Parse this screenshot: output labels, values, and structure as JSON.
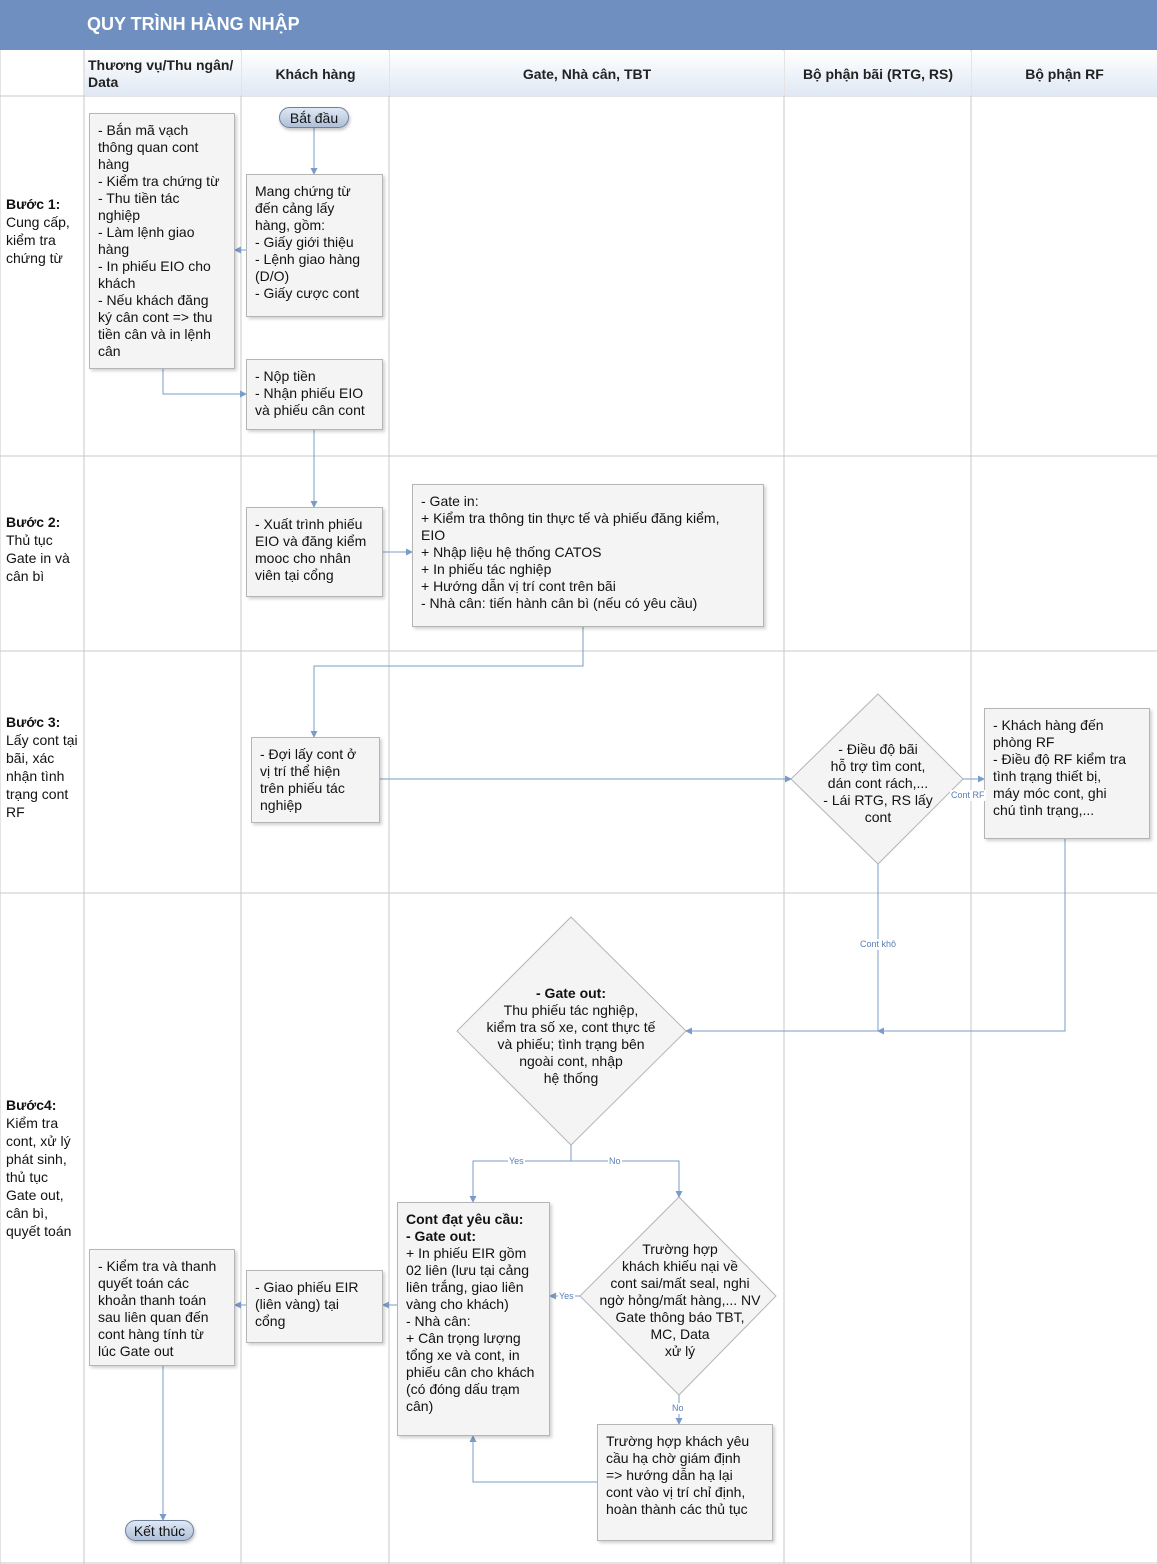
{
  "title": "QUY TRÌNH HÀNG NHẬP",
  "columns": [
    "Thương vụ/Thu ngân/\nData",
    "Khách hàng",
    "Gate, Nhà cân, TBT",
    "Bộ phận bãi (RTG, RS)",
    "Bộ phận RF"
  ],
  "steps": [
    {
      "label": "Bước 1:",
      "text": "Cung cấp, kiểm tra chứng từ"
    },
    {
      "label": "Bước 2:",
      "text": "Thủ tục Gate in và cân bì"
    },
    {
      "label": "Bước 3:",
      "text": "Lấy cont tại bãi, xác nhận tình trạng cont RF"
    },
    {
      "label": "Bước4:",
      "text": "Kiểm tra cont, xử lý phát sinh, thủ tục Gate out, cân bì, quyết toán"
    }
  ],
  "nodes": {
    "start": "Bắt đầu",
    "end": "Kết thúc",
    "bring_docs": "Mang chứng từ\nđến cảng lấy\nhàng, gồm:\n- Giấy giới thiệu\n- Lệnh giao hàng\n(D/O)\n- Giấy cược cont",
    "cashier": "- Bắn mã vạch\nthông quan cont\nhàng\n- Kiểm tra chứng từ\n- Thu tiền tác\nnghiệp\n- Làm lệnh giao\nhàng\n- In phiếu EIO cho\nkhách\n- Nếu khách đăng\nký cân cont => thu\ntiền cân và in lệnh\ncân",
    "pay": "- Nộp tiền\n- Nhận phiếu EIO\nvà phiếu cân cont",
    "present_eio": "- Xuất trình phiếu\nEIO và đăng kiểm\nmooc cho nhân\nviên tại cổng",
    "gate_in": "- Gate in:\n+ Kiểm tra thông tin thực tế và phiếu đăng kiểm,\nEIO\n+ Nhập liệu hệ thống CATOS\n+ In phiếu tác nghiệp\n+ Hướng dẫn vị trí cont trên bãi\n- Nhà cân: tiến hành cân bì (nếu có yêu cầu)",
    "wait_cont": "- Đợi lấy cont ở\nvị trí thể hiện\ntrên phiếu tác\nnghiệp",
    "yard_dispatch": "- Điều độ bãi\nhỗ trợ tìm cont,\ndán cont rách,...\n- Lái RTG, RS lấy\ncont",
    "rf_dept": "- Khách hàng đến\nphòng RF\n- Điều độ RF kiểm tra\ntình trạng thiết bị,\nmáy móc cont, ghi\nchú tình trạng,...",
    "gate_out_title": "- Gate out:",
    "gate_out": "Thu phiếu tác nghiệp,\nkiểm tra số xe, cont thực tế\nvà phiếu; tình trạng bên\nngoài cont, nhập\nhệ thống",
    "cont_ok_title": "Cont đạt yêu cầu:\n- Gate out:",
    "cont_ok": "+ In phiếu EIR gồm\n02 liên (lưu tại cảng\nliên trắng, giao liên\nvàng cho khách)\n- Nhà cân:\n+ Cân trọng lượng\ntổng xe và cont, in\nphiếu cân cho khách\n(có đóng dấu trạm\ncân)",
    "complaint": "Trường hợp\nkhách khiếu nại về\ncont sai/mất seal, nghi\nngờ hỏng/mất hàng,... NV\nGate thông báo TBT,\nMC, Data\nxử lý",
    "inspection": "Trường hợp khách yêu\ncầu hạ chờ giám định\n=> hướng dẫn hạ lại\ncont vào vị trí chỉ định,\nhoàn thành các thủ tục",
    "deliver_eir": "- Giao phiếu EIR\n(liên vàng) tại\ncổng",
    "settlement": "- Kiểm tra và thanh\nquyết toán các\nkhoản thanh toán\nsau liên quan đến\ncont hàng tính từ\nlúc Gate out"
  },
  "edge_labels": {
    "cont_rf": "Cont RF",
    "cont_kho": "Cont khô",
    "yes_left": "Yes",
    "no_right": "No",
    "yes_complaint": "Yes",
    "no_complaint": "No"
  },
  "colors": {
    "header": "#6e8fbf",
    "lane_line": "#c8c8c8",
    "arrow": "#7a9cc8"
  }
}
